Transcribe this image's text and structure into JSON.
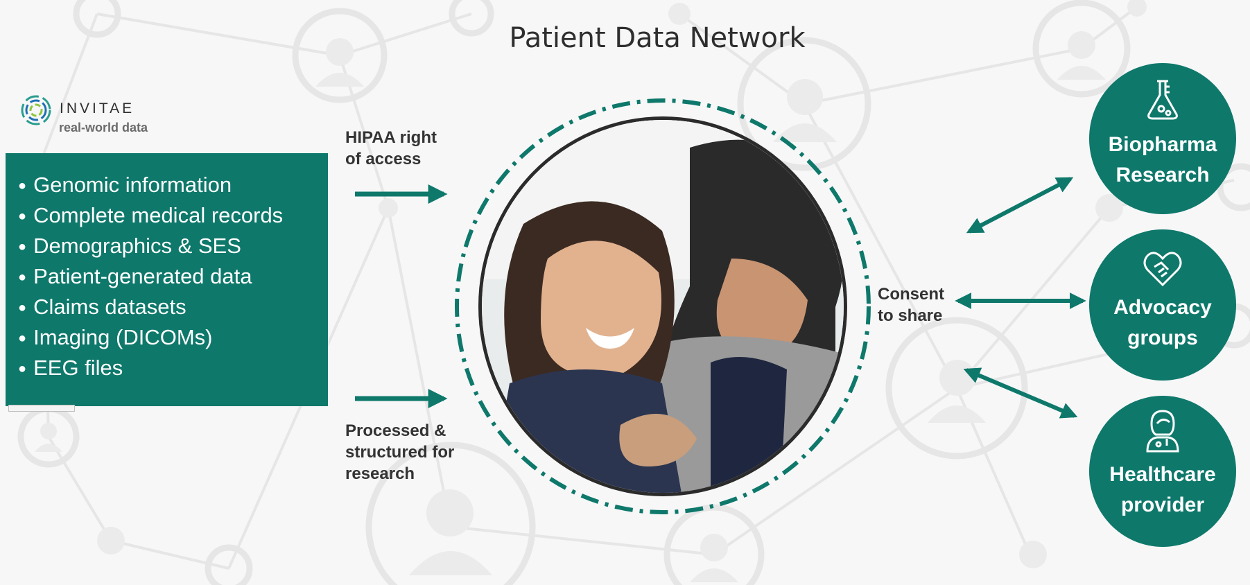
{
  "title": "Patient Data Network",
  "logo": {
    "brand": "INVITAE",
    "tagline": "real-world data"
  },
  "data_types": [
    "Genomic information",
    "Complete medical records",
    "Demographics & SES",
    "Patient-generated data",
    "Claims datasets",
    "Imaging (DICOMs)",
    "EEG files"
  ],
  "labels": {
    "hipaa": [
      "HIPAA right",
      "of access"
    ],
    "processed": [
      "Processed &",
      "structured for",
      "research"
    ],
    "consent": [
      "Consent",
      "to share"
    ]
  },
  "destinations": [
    {
      "icon": "flask-icon",
      "name": [
        "Biopharma",
        "Research"
      ]
    },
    {
      "icon": "heart-handshake-icon",
      "name": [
        "Advocacy",
        "groups"
      ]
    },
    {
      "icon": "doctor-icon",
      "name": [
        "Healthcare",
        "provider"
      ]
    }
  ],
  "colors": {
    "accent": "#0e786b",
    "background_network": "#e9e9e9",
    "text_dark": "#2e2e2e"
  }
}
